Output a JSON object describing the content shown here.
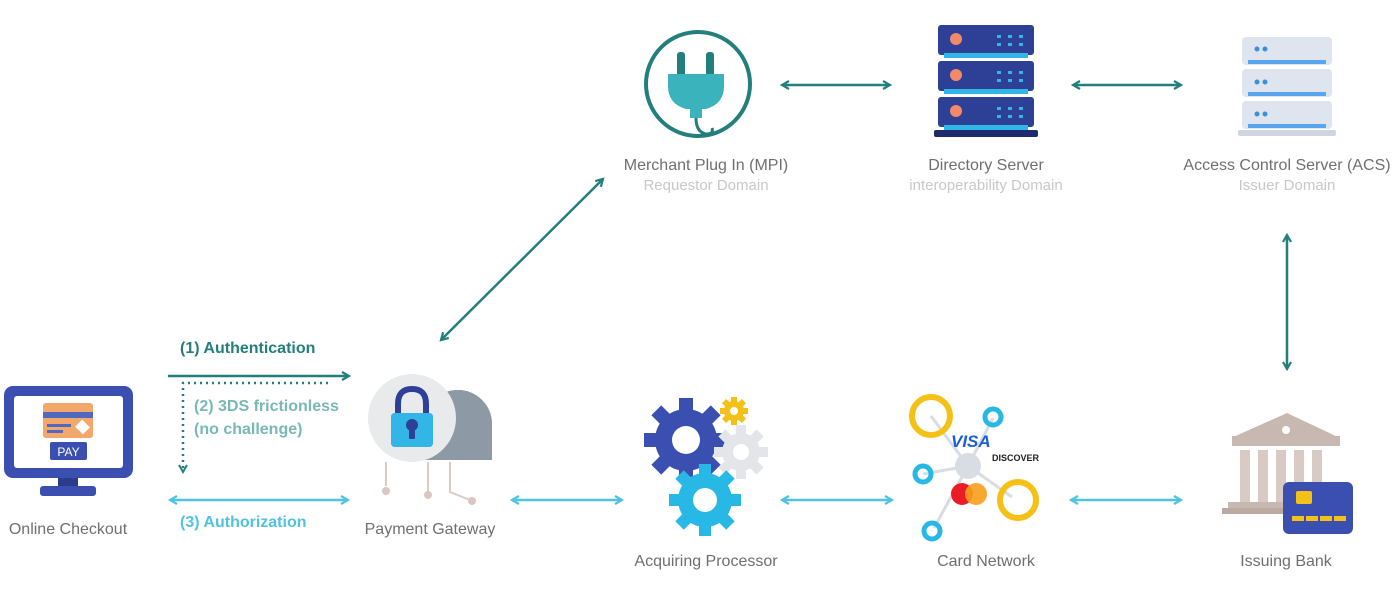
{
  "colors": {
    "teal": "#227f7b",
    "teal_light": "#78b8b6",
    "cyan": "#4fc3e0",
    "navy": "#2e3f96",
    "label_gray": "#6f6f6f",
    "sublabel_gray": "#c8c8c8"
  },
  "nodes": {
    "online_checkout": {
      "label": "Online Checkout",
      "icon": "monitor-pay-icon",
      "screen_text": "PAY"
    },
    "payment_gateway": {
      "label": "Payment Gateway",
      "icon": "padlock-gateway-icon"
    },
    "acquiring_processor": {
      "label": "Acquiring Processor",
      "icon": "gears-icon"
    },
    "card_network": {
      "label": "Card Network",
      "icon": "card-network-icon",
      "brand_visa": "VISA",
      "brand_discover": "DISCOVER"
    },
    "issuing_bank": {
      "label": "Issuing Bank",
      "icon": "bank-card-icon"
    },
    "mpi": {
      "label": "Merchant Plug In (MPI)",
      "domain": "Requestor Domain",
      "icon": "plug-icon"
    },
    "directory_server": {
      "label": "Directory Server",
      "domain": "interoperability Domain",
      "icon": "server-stack-icon"
    },
    "acs": {
      "label": "Access Control Server (ACS)",
      "domain": "Issuer Domain",
      "icon": "light-server-icon"
    }
  },
  "steps": {
    "authentication": "(1) Authentication",
    "frictionless_line1": "(2) 3DS frictionless",
    "frictionless_line2": "(no challenge)",
    "authorization": "(3) Authorization"
  }
}
